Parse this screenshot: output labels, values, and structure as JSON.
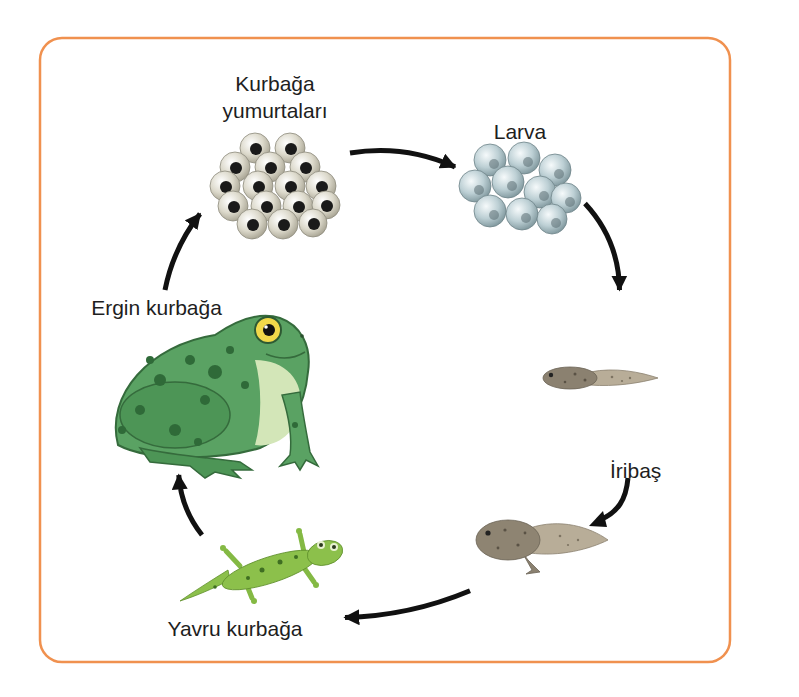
{
  "diagram": {
    "nodes": [
      {
        "text": [
          "Kurbağa yumurtaları"
        ]
      },
      {
        "text": [
          "Larva"
        ]
      },
      {
        "text": [
          "İribaş"
        ]
      },
      {
        "text": [
          "Yavru kurbağa"
        ]
      },
      {
        "text": [
          "Ergin kurbağa"
        ]
      }
    ],
    "edges": [
      {
        "from": 0,
        "to": 1,
        "arrow": "to"
      },
      {
        "from": 1,
        "to": 2,
        "arrow": "to"
      },
      {
        "from": 2,
        "to": 3,
        "arrow": "to"
      },
      {
        "from": 3,
        "to": 4,
        "arrow": "to"
      },
      {
        "from": 4,
        "to": 0,
        "arrow": "to"
      }
    ]
  }
}
